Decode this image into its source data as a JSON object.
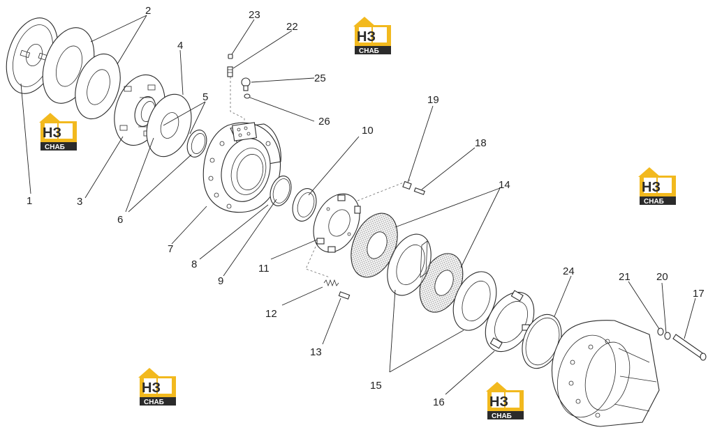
{
  "diagram": {
    "callouts": [
      "1",
      "2",
      "3",
      "4",
      "5",
      "6",
      "7",
      "8",
      "9",
      "10",
      "11",
      "12",
      "13",
      "14",
      "15",
      "16",
      "17",
      "18",
      "19",
      "20",
      "21",
      "22",
      "23",
      "24",
      "25",
      "26"
    ]
  },
  "watermark": {
    "logo_text": "НЗ",
    "brand_text": "СНАБ",
    "accent_color": "#f2b91e",
    "dark_color": "#2b2b2b"
  }
}
